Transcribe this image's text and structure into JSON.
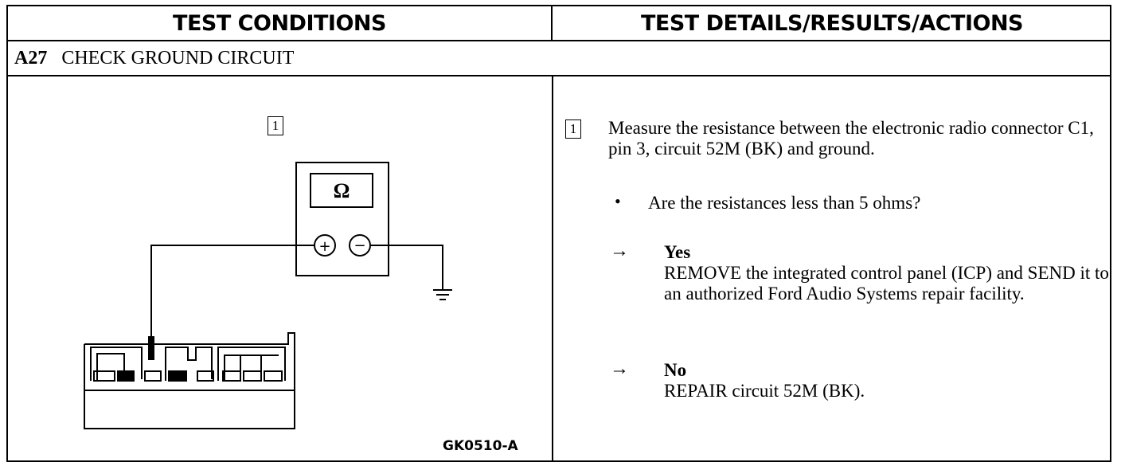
{
  "header": {
    "left": "TEST CONDITIONS",
    "right": "TEST DETAILS/RESULTS/ACTIONS"
  },
  "section": {
    "id": "A27",
    "title": "CHECK GROUND CIRCUIT"
  },
  "figure": {
    "step_number": "1",
    "meter_symbol": "Ω",
    "positive_symbol": "+",
    "negative_symbol": "−",
    "code": "GK0510-A"
  },
  "details": {
    "step_number": "1",
    "instruction": "Measure the resistance between the electronic radio connector C1, pin 3, circuit 52M (BK) and ground.",
    "bullet": "•",
    "question": "Are the resistances less than 5 ohms?",
    "arrow": "→",
    "answers": [
      {
        "label": "Yes",
        "action": "REMOVE the integrated control panel (ICP) and SEND it to an authorized Ford Audio Systems repair facility."
      },
      {
        "label": "No",
        "action": "REPAIR circuit 52M (BK)."
      }
    ]
  }
}
